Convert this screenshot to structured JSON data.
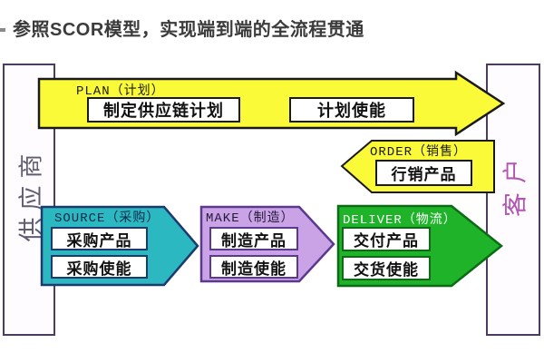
{
  "title": {
    "text": "参照SCOR模型，实现端到端的全流程贯通"
  },
  "lanes": {
    "border_color": "#4a3b5f",
    "supplier": {
      "label": "供应商",
      "color": "#5f5d70"
    },
    "customer": {
      "label": "客户",
      "color": "#b553b5"
    }
  },
  "arrows": {
    "plan": {
      "label": "PLAN（计划）",
      "fill": "#FAFA38",
      "stroke": "#1a1a1a",
      "label_color": "#1a1a1a",
      "box_border": "#1a1a1a",
      "boxes": [
        "制定供应链计划",
        "计划使能"
      ]
    },
    "order": {
      "label": "ORDER（销售）",
      "fill": "#FAFA38",
      "stroke": "#1a1a1a",
      "label_color": "#1a1a1a",
      "box_border": "#1a1a1a",
      "boxes": [
        "行销产品"
      ]
    },
    "source": {
      "label": "SOURCE（采购）",
      "fill": "#2BB8C0",
      "stroke": "#1d3a6e",
      "label_color": "#12284a",
      "box_border": "#1d3a6e",
      "boxes": [
        "采购产品",
        "采购使能"
      ]
    },
    "make": {
      "label": "MAKE（制造）",
      "fill": "#C9A3E6",
      "stroke": "#5b3a8e",
      "label_color": "#241a3a",
      "box_border": "#5b3a8e",
      "boxes": [
        "制造产品",
        "制造使能"
      ]
    },
    "deliver": {
      "label": "DELIVER（物流）",
      "fill": "#1FB32A",
      "stroke": "#0c6b14",
      "label_color": "#ffffff",
      "box_border": "#0c6b14",
      "boxes": [
        "交付产品",
        "交货使能"
      ]
    }
  }
}
